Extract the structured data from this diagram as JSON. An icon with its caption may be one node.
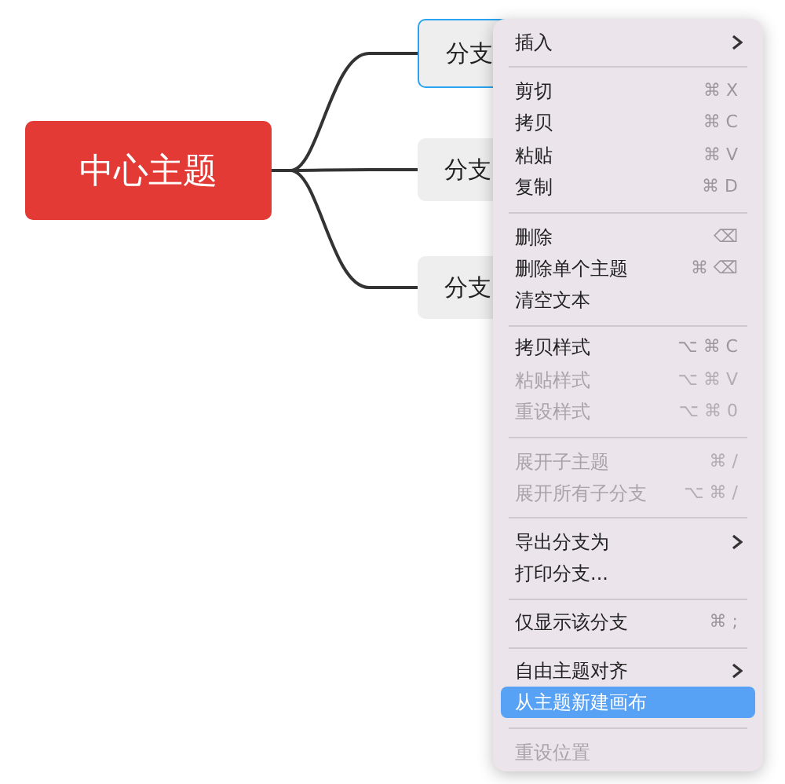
{
  "diagram": {
    "nodes": [
      {
        "text": [
          "中心主题"
        ]
      },
      {
        "text": [
          "分支"
        ]
      },
      {
        "text": [
          "分支"
        ]
      },
      {
        "text": [
          "分支"
        ]
      }
    ],
    "edges": [
      {
        "from": 0,
        "to": 1,
        "arrow": "none"
      },
      {
        "from": 0,
        "to": 2,
        "arrow": "none"
      },
      {
        "from": 0,
        "to": 3,
        "arrow": "none"
      }
    ],
    "labels": [
      "插入",
      "剪切",
      "⌘ X",
      "拷贝",
      "⌘ C",
      "粘贴",
      "⌘ V",
      "复制",
      "⌘ D",
      "删除",
      "⌫",
      "删除单个主题",
      "⌘ ⌫",
      "清空文本",
      "拷贝样式",
      "⌥ ⌘ C",
      "粘贴样式",
      "⌥ ⌘ V",
      "重设样式",
      "⌥ ⌘ 0",
      "展开子主题",
      "⌘ /",
      "展开所有子分支",
      "⌥ ⌘ /",
      "导出分支为",
      "打印分支...",
      "仅显示该分支",
      "⌘ ;",
      "自由主题对齐",
      "从主题新建画布",
      "重设位置"
    ]
  }
}
